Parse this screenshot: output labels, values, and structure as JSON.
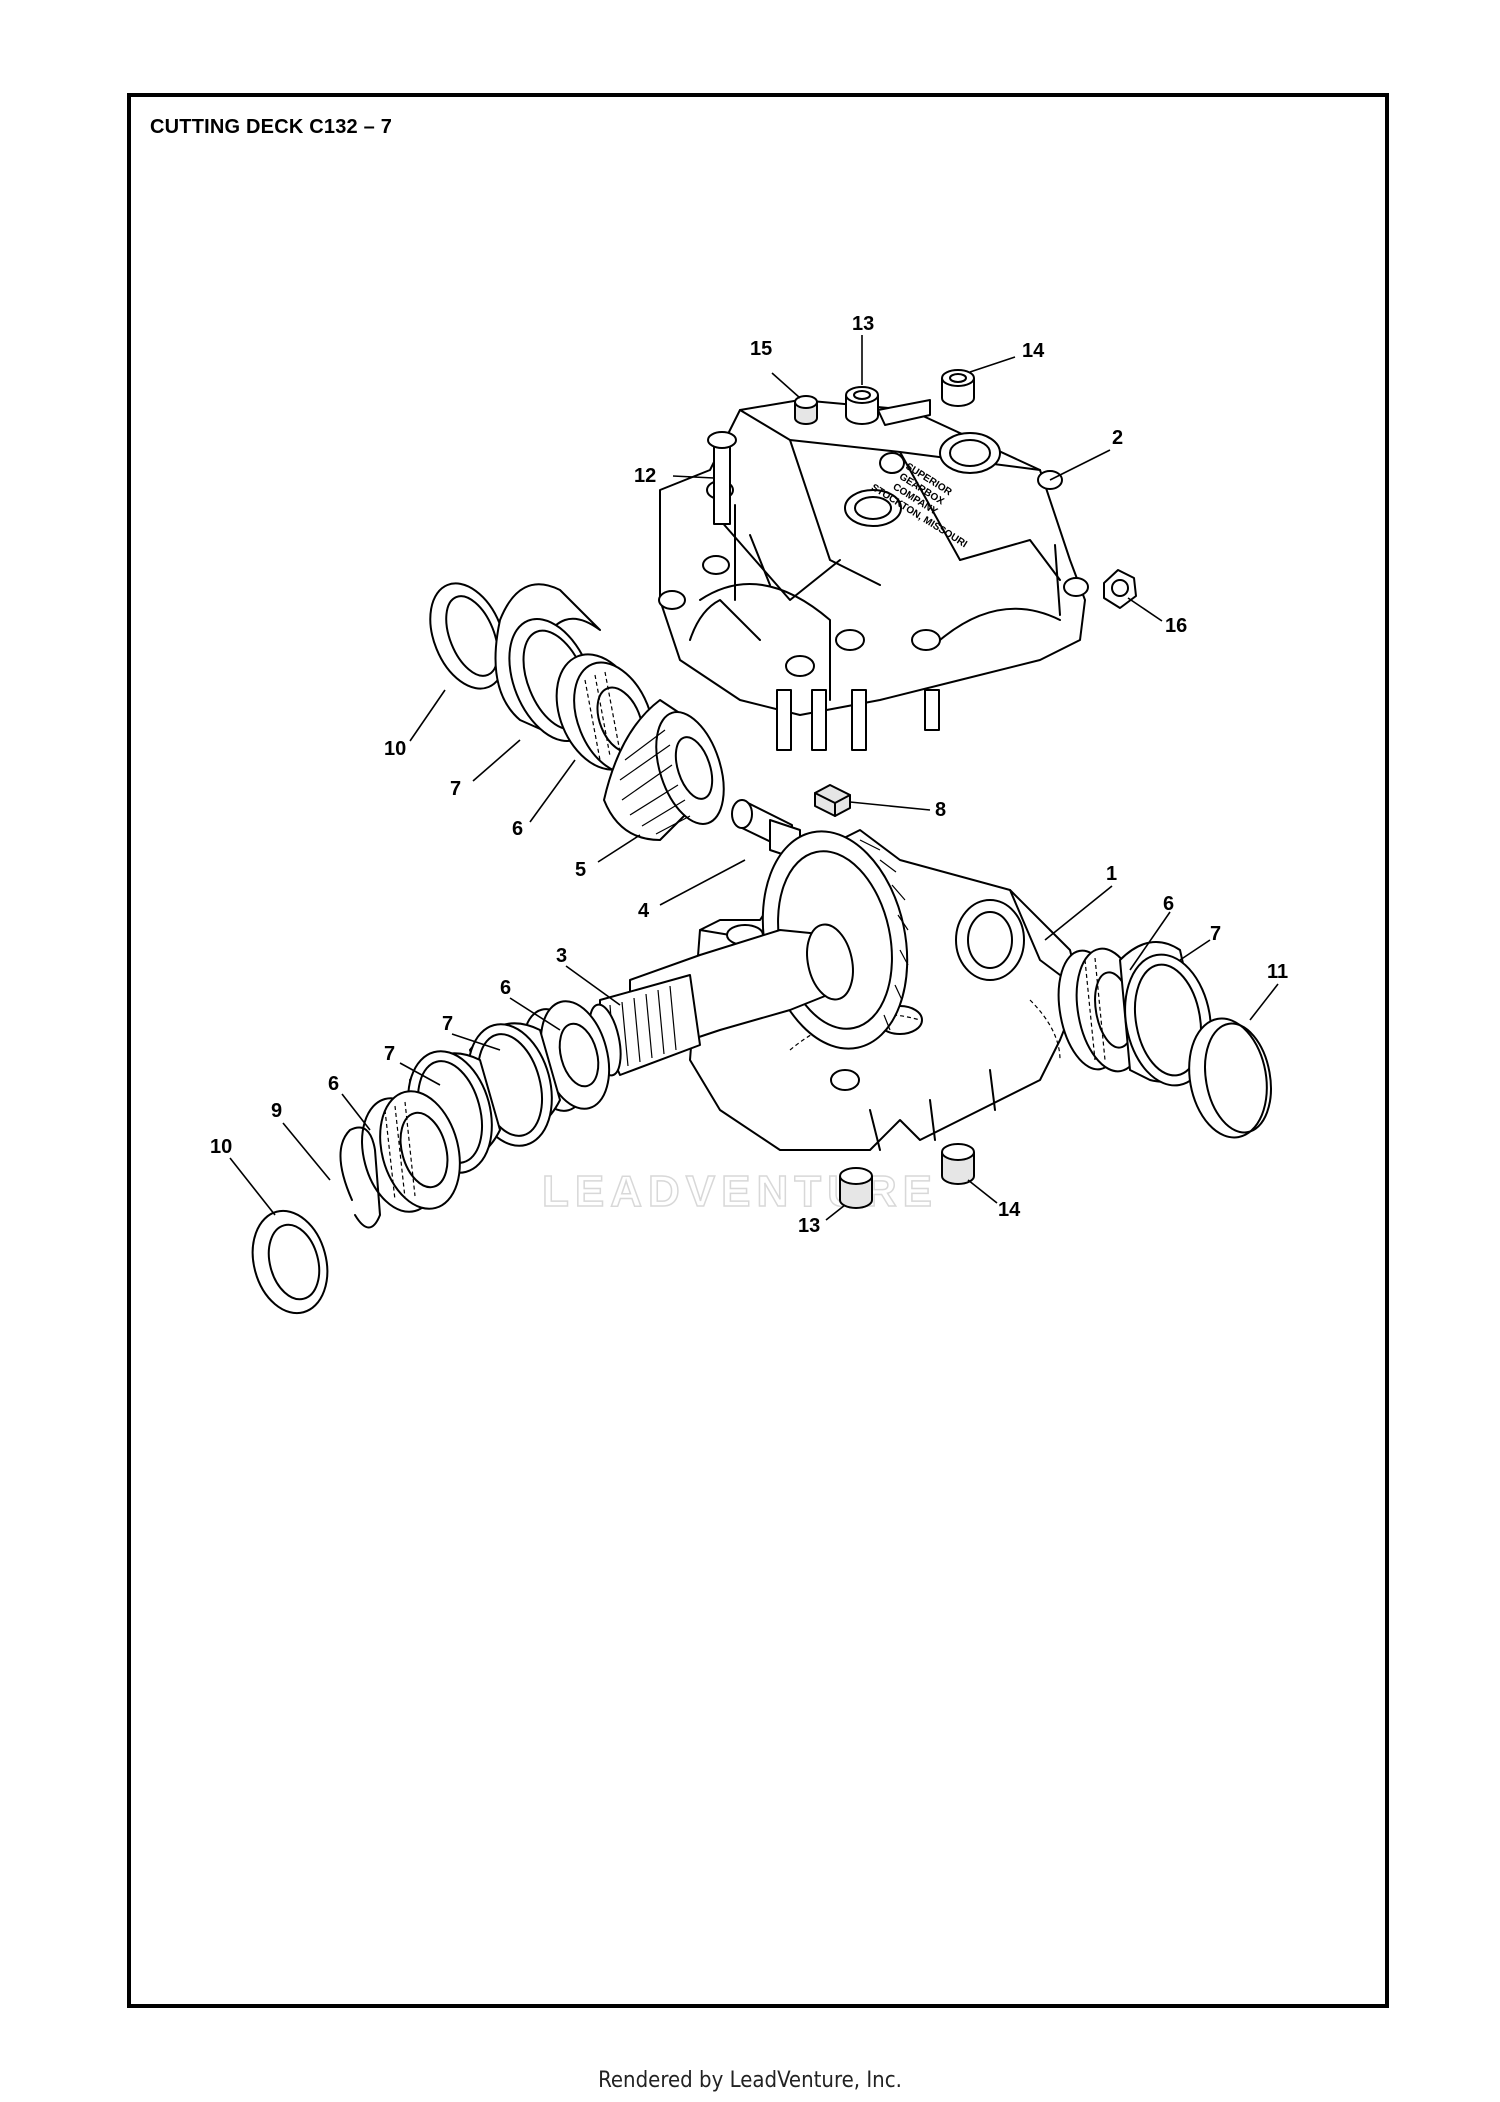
{
  "header": {
    "title": "CUTTING DECK C132 – 7"
  },
  "watermark": "LEADVENTURE",
  "footer": {
    "text": "Rendered by LeadVenture, Inc."
  },
  "housing_cover_text": [
    "SUPERIOR",
    "GEARBOX",
    "COMPANY",
    "STOCKTON, MISSOURI"
  ],
  "callouts": [
    "1",
    "2",
    "3",
    "4",
    "5",
    "6",
    "7",
    "8",
    "9",
    "10",
    "11",
    "12",
    "13",
    "14",
    "15",
    "16"
  ]
}
